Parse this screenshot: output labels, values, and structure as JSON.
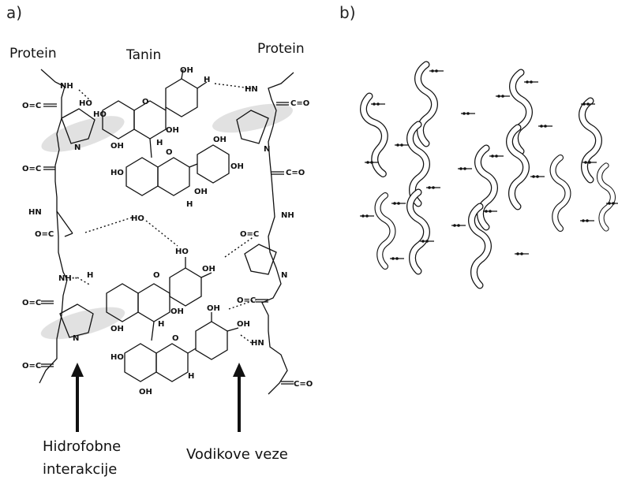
{
  "panel_a": {
    "label": "a)",
    "protein_left": "Protein",
    "tannin": "Tanin",
    "protein_right": "Protein",
    "hydrophobic_label_line1": "Hidrofobne",
    "hydrophobic_label_line2": "interakcije",
    "hbond_label": "Vodikove veze",
    "atoms": {
      "nh": "NH",
      "nh_dots": "NH··",
      "hn": "HN",
      "co": "O=C",
      "oc": "C=O",
      "n": "N",
      "oh": "OH",
      "ho": "HO",
      "o": "O",
      "h": "H",
      "oc_right": "O=C"
    }
  },
  "panel_b": {
    "label": "b)"
  },
  "colors": {
    "ink": "#111111",
    "shading": "#d9d9d9",
    "background": "#ffffff"
  }
}
